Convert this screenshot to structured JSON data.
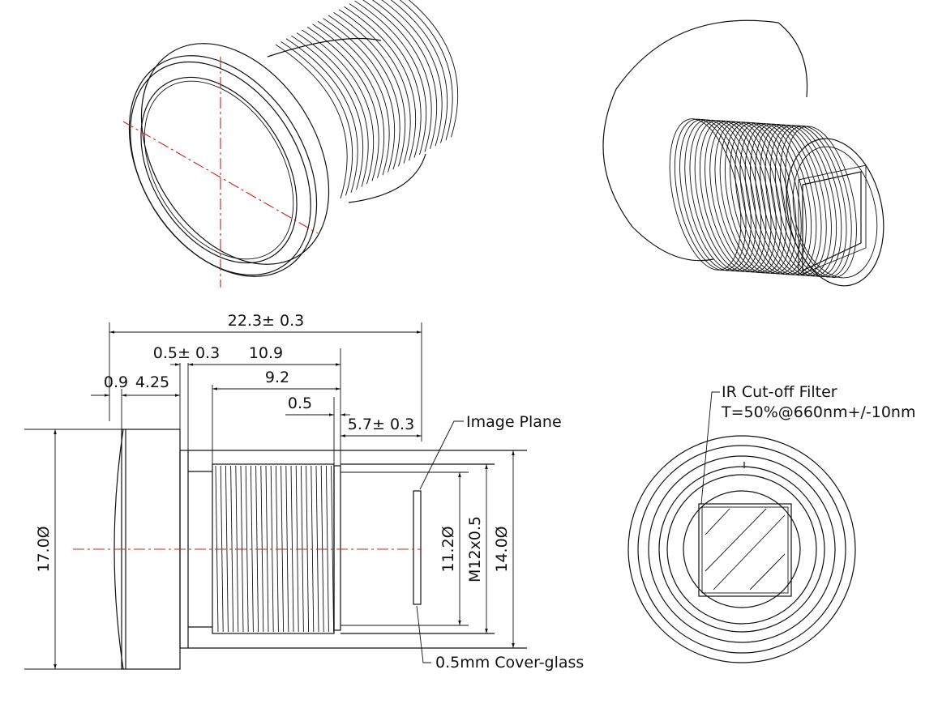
{
  "colors": {
    "line": "#111111",
    "center_line": "#d0201c",
    "background": "#ffffff"
  },
  "dimensions": {
    "overall_length": "22.3± 0.3",
    "flange_gap": "0.5± 0.3",
    "body_length": "10.9",
    "front_ring": "0.9",
    "flange_width": "4.25",
    "thread_length": "9.2",
    "rear_step": "0.5",
    "back_focal": "5.7± 0.3",
    "outer_diameter": "17.0Ø",
    "inner_diameter": "11.2Ø",
    "thread_spec": "M12x0.5",
    "body_diameter": "14.0Ø"
  },
  "callouts": {
    "image_plane": "Image Plane",
    "cover_glass": "0.5mm Cover-glass",
    "ir_filter_title": "IR Cut-off Filter",
    "ir_filter_spec": "T=50%@660nm+/-10nm"
  }
}
